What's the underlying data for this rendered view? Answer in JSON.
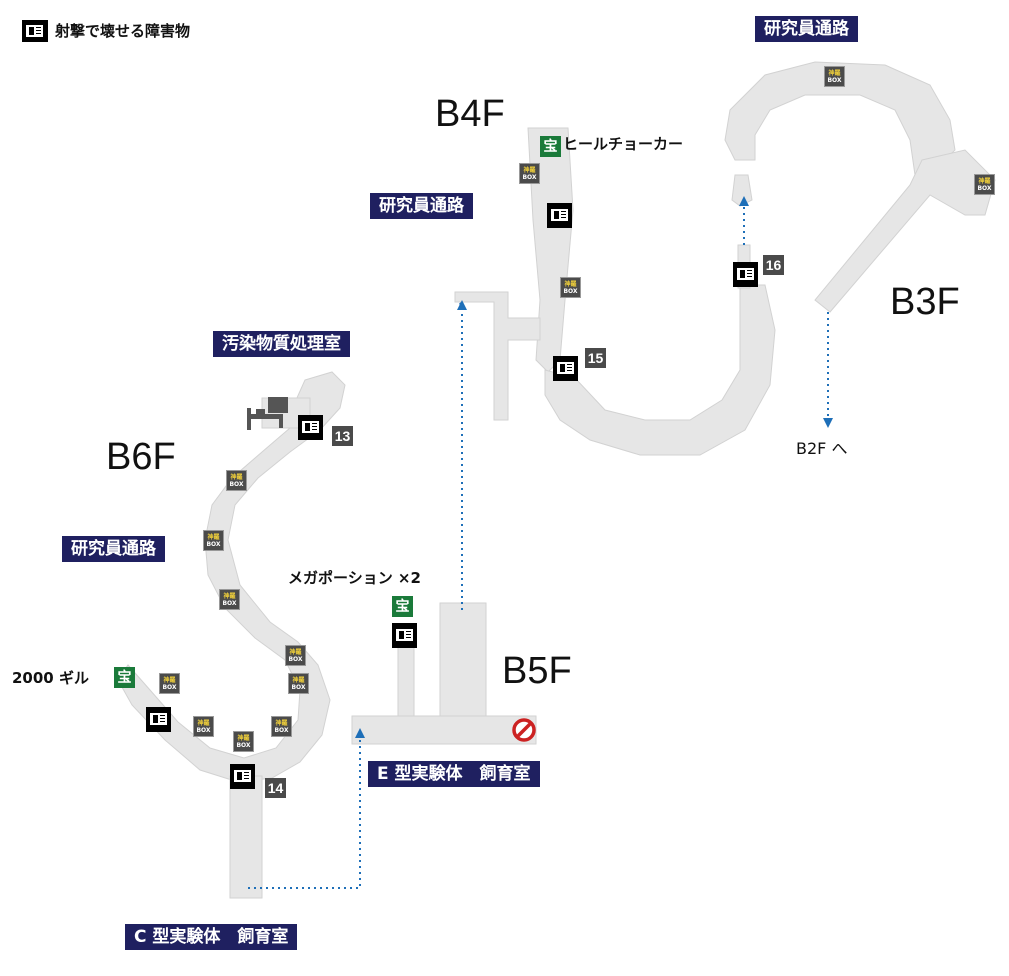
{
  "legend": {
    "icon": "obstacle-icon",
    "text": "射撃で壊せる障害物"
  },
  "floors": {
    "b6f": "B6F",
    "b5f": "B5F",
    "b4f": "B4F",
    "b3f": "B3F"
  },
  "rooms": {
    "research_corridor_top": "研究員通路",
    "research_corridor_b4f": "研究員通路",
    "research_corridor_b6f": "研究員通路",
    "contamination_room": "汚染物質処理室",
    "e_type_breeding": "E 型実験体　飼育室",
    "c_type_breeding": "C 型実験体　飼育室"
  },
  "items": {
    "heal_choker": "ヒールチョーカー",
    "mega_potion": "メガポーション ×2",
    "gil": "2000 ギル",
    "b2f_exit": "B2F へ"
  },
  "markers": {
    "n13": "13",
    "n14": "14",
    "n15": "15",
    "n16": "16"
  },
  "box_label": {
    "kanji": "神羅",
    "text": "BOX"
  },
  "treasure_glyph": "宝",
  "icons": [
    "obstacle-icon",
    "treasure-icon",
    "shinra-box-icon",
    "bed-icon",
    "no-entry-icon"
  ],
  "colors": {
    "path": "#e6e6e6",
    "room_label_bg": "#1f2060",
    "treasure": "#1a7a3a",
    "route": "#1e6fb8",
    "blocked": "#cc2222"
  }
}
